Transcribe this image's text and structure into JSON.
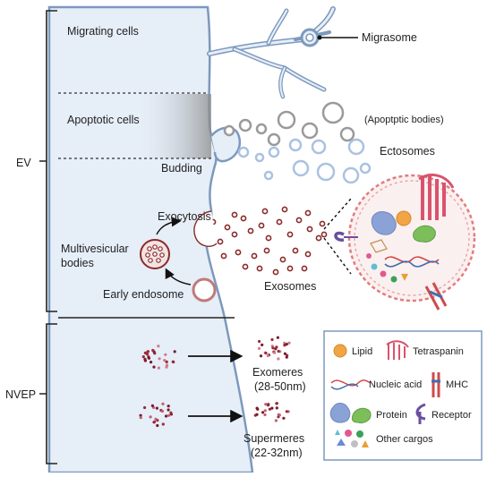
{
  "brackets": {
    "ev": "EV",
    "nvep": "NVEP"
  },
  "cell_labels": {
    "migrating": "Migrating cells",
    "apoptotic": "Apoptotic cells",
    "budding": "Budding",
    "exocytosis": "Exocytosis",
    "mvb_line1": "Multivesicular",
    "mvb_line2": "bodies",
    "early_endosome": "Early endosome"
  },
  "vesicle_labels": {
    "migrasome": "Migrasome",
    "apoptotic_bodies": "(Apoptptic bodies)",
    "ectosomes": "Ectosomes",
    "exosomes": "Exosomes",
    "exomeres": "Exomeres",
    "exomeres_size": "(28-50nm)",
    "supermeres": "Supermeres",
    "supermeres_size": "(22-32nm)"
  },
  "legend": {
    "lipid": "Lipid",
    "tetraspanin": "Tetraspanin",
    "nucleic_acid": "Nucleic acid",
    "mhc": "MHC",
    "protein": "Protein",
    "receptor": "Receptor",
    "other_cargos": "Other cargos"
  },
  "colors": {
    "cell_fill": "#e6eef8",
    "membrane": "#7d99bd",
    "vesicle_red": "#8b2a2a",
    "ectosome_blue": "#a9c2e2",
    "apoptotic_gray": "#9a9a9a",
    "legend_border": "#7d99bd"
  }
}
